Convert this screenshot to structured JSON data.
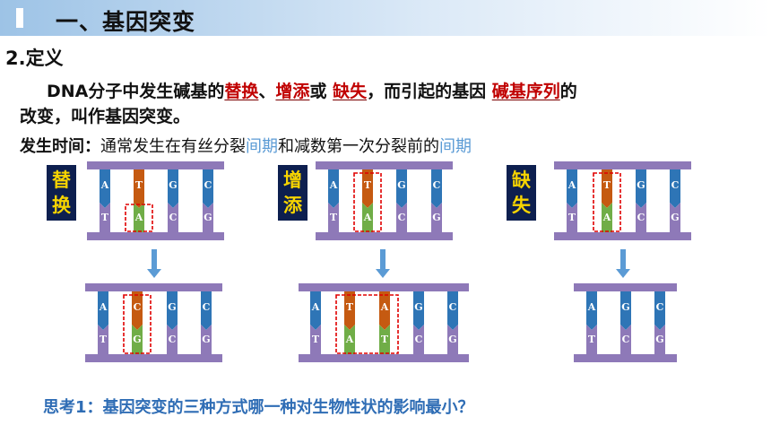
{
  "header": {
    "title": "一、基因突变"
  },
  "section": {
    "heading": "2.定义"
  },
  "definition": {
    "part1": "DNA分子中发生碱基的",
    "blank1": "替换",
    "sep1": "、",
    "blank2": "增添",
    "sep2": "或",
    "blank3": "缺失",
    "part2": "，而引起的基因",
    "blank4": "碱基序列",
    "part3": "的",
    "line2": "改变，叫作基因突变。"
  },
  "occurrence": {
    "label": "发生时间：",
    "t1": "通常发生在有丝分裂",
    "t2": "间期",
    "t3": "和减数第一次分裂前的",
    "t4": "间期"
  },
  "tags": {
    "substitution": "替换",
    "addition": "增添",
    "deletion": "缺失"
  },
  "diagrams": {
    "substitution": {
      "before": {
        "top": [
          "A",
          "T",
          "G",
          "C"
        ],
        "bottom": [
          "T",
          "A",
          "C",
          "G"
        ],
        "highlight": 1
      },
      "after": {
        "top": [
          "A",
          "C",
          "G",
          "C"
        ],
        "bottom": [
          "T",
          "G",
          "C",
          "G"
        ],
        "highlight": 1
      }
    },
    "addition": {
      "before": {
        "top": [
          "A",
          "T",
          "G",
          "C"
        ],
        "bottom": [
          "T",
          "A",
          "C",
          "G"
        ],
        "highlight": 1
      },
      "after": {
        "top": [
          "A",
          "T",
          "A",
          "G",
          "C"
        ],
        "bottom": [
          "T",
          "A",
          "T",
          "C",
          "G"
        ],
        "highlight": [
          1,
          2
        ]
      }
    },
    "deletion": {
      "before": {
        "top": [
          "A",
          "T",
          "G",
          "C"
        ],
        "bottom": [
          "T",
          "A",
          "C",
          "G"
        ],
        "highlight": 1
      },
      "after": {
        "top": [
          "A",
          "G",
          "C"
        ],
        "bottom": [
          "T",
          "C",
          "G"
        ]
      }
    }
  },
  "colors": {
    "backbone": "#8e79b8",
    "base_A": "#2e75b6",
    "base_T": "#c55a11",
    "base_G": "#2e75b6",
    "base_C": "#2e75b6",
    "pair_lower": "#8e79b8",
    "pair_lower_green": "#70ad47",
    "arrow": "#5b9bd5",
    "highlight": "#e00000"
  },
  "question": {
    "text": "思考1：基因突变的三种方式哪一种对生物性状的影响最小？"
  }
}
